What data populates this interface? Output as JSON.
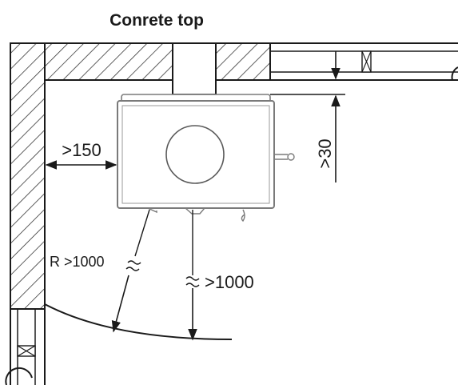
{
  "title": "Conrete top",
  "dimensions": {
    "side_clearance": ">150",
    "top_clearance": ">30",
    "front_clearance": ">1000",
    "swing_radius": "R >1000"
  }
}
